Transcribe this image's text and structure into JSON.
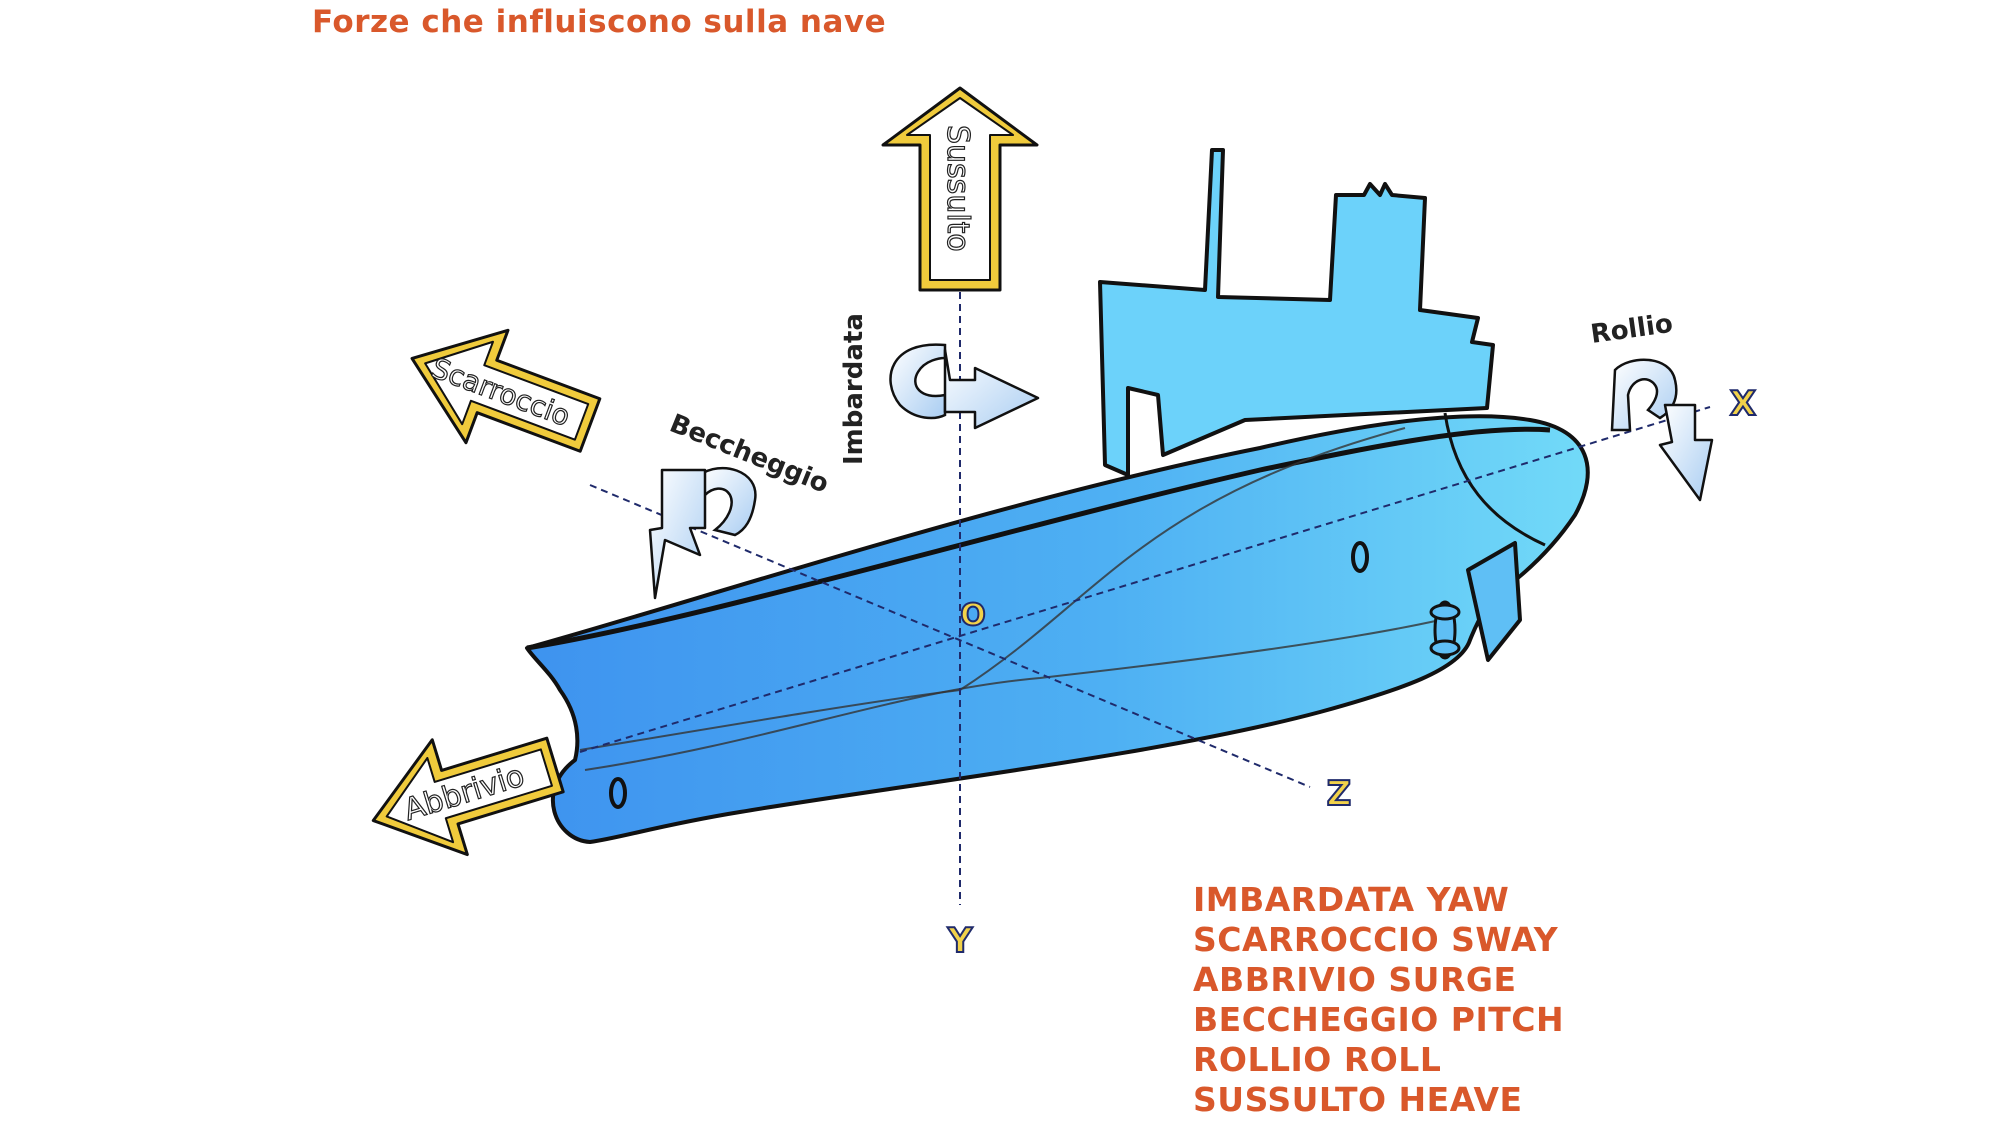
{
  "title": "Forze che influiscono sulla nave",
  "axes": {
    "x": "X",
    "y": "Y",
    "z": "Z",
    "origin": "O"
  },
  "forces": {
    "sussulto": "Sussulto",
    "scarroccio": "Scarroccio",
    "abbrivio": "Abbrivio",
    "imbardata": "Imbardata",
    "beccheggio": "Beccheggio",
    "rollio": "Rollio"
  },
  "legend": [
    "IMBARDATA YAW",
    "SCARROCCIO SWAY",
    "ABBRIVIO SURGE",
    "BECCHEGGIO PITCH",
    "ROLLIO ROLL",
    "SUSSULTO HEAVE"
  ],
  "colors": {
    "title": "#d9582b",
    "hull_dark": "#3d98f0",
    "hull_light": "#6fd8f7",
    "arrow_border": "#e9c53a",
    "axis_label": "#1f2a6b"
  }
}
